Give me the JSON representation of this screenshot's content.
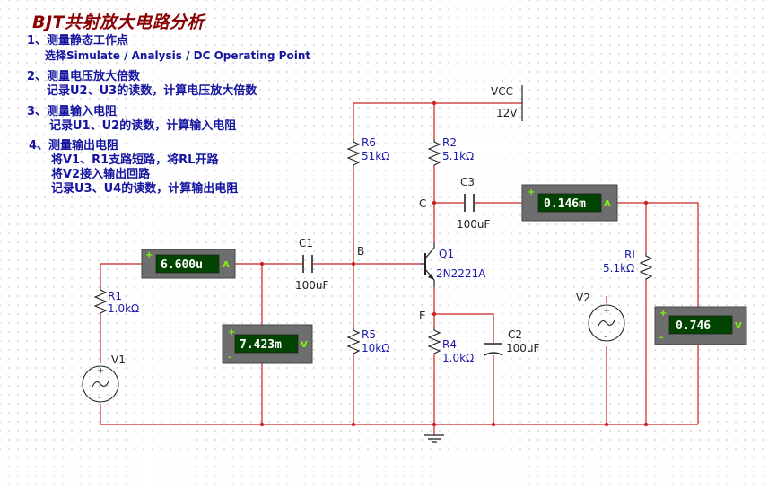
{
  "title": "BJT共射放大电路分析",
  "notes": [
    "1、测量静态工作点",
    "选择Simulate / Analysis / DC Operating Point",
    "2、测量电压放大倍数",
    "记录U2、U3的读数，计算电压放大倍数",
    "3、测量输入电阻",
    "记录U1、U2的读数，计算输入电阻",
    "4、测量输出电阻",
    "将V1、R1支路短路，将RL开路",
    "将V2接入输出回路",
    "记录U3、U4的读数，计算输出电阻"
  ],
  "supply": {
    "name": "VCC",
    "value": "12V"
  },
  "components": {
    "R1": {
      "name": "R1",
      "value": "1.0kΩ"
    },
    "R2": {
      "name": "R2",
      "value": "5.1kΩ"
    },
    "R4": {
      "name": "R4",
      "value": "1.0kΩ"
    },
    "R5": {
      "name": "R5",
      "value": "10kΩ"
    },
    "R6": {
      "name": "R6",
      "value": "51kΩ"
    },
    "RL": {
      "name": "RL",
      "value": "5.1kΩ"
    },
    "C1": {
      "name": "C1",
      "value": "100uF"
    },
    "C2": {
      "name": "C2",
      "value": "100uF"
    },
    "C3": {
      "name": "C3",
      "value": "100uF"
    },
    "Q1": {
      "name": "Q1",
      "value": "2N2221A"
    },
    "V1": {
      "name": "V1"
    },
    "V2": {
      "name": "V2"
    }
  },
  "nodes": {
    "B": "B",
    "C": "C",
    "E": "E"
  },
  "meters": {
    "u1": {
      "reading": "6.600u",
      "unit": "A",
      "plus": "+",
      "minus": "-"
    },
    "u2": {
      "reading": "7.423m",
      "unit": "V",
      "plus": "+",
      "minus": "-"
    },
    "u3": {
      "reading": "0.146m",
      "unit": "A",
      "plus": "+",
      "minus": "-"
    },
    "u4": {
      "reading": "0.746",
      "unit": "V",
      "plus": "+",
      "minus": "-"
    }
  },
  "colors": {
    "wire": "#cc2222",
    "title": "#8b0000",
    "text": "#1414a0",
    "meter_body": "#6e6e6e",
    "meter_display": "#004400"
  }
}
